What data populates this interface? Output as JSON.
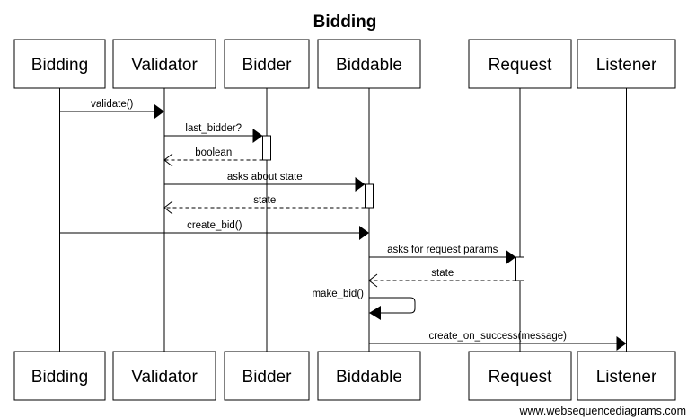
{
  "title": "Bidding",
  "participants": [
    {
      "id": "bidding",
      "label": "Bidding"
    },
    {
      "id": "validator",
      "label": "Validator"
    },
    {
      "id": "bidder",
      "label": "Bidder"
    },
    {
      "id": "biddable",
      "label": "Biddable"
    },
    {
      "id": "request",
      "label": "Request"
    },
    {
      "id": "listener",
      "label": "Listener"
    }
  ],
  "messages": [
    {
      "from": "bidding",
      "to": "validator",
      "label": "validate()",
      "style": "solid"
    },
    {
      "from": "validator",
      "to": "bidder",
      "label": "last_bidder?",
      "style": "solid"
    },
    {
      "from": "bidder",
      "to": "validator",
      "label": "boolean",
      "style": "return"
    },
    {
      "from": "validator",
      "to": "biddable",
      "label": "asks about state",
      "style": "solid"
    },
    {
      "from": "biddable",
      "to": "validator",
      "label": "state",
      "style": "return"
    },
    {
      "from": "bidding",
      "to": "biddable",
      "label": "create_bid()",
      "style": "solid"
    },
    {
      "from": "biddable",
      "to": "request",
      "label": "asks for request params",
      "style": "solid"
    },
    {
      "from": "request",
      "to": "biddable",
      "label": "state",
      "style": "return"
    },
    {
      "from": "biddable",
      "to": "biddable",
      "label": "make_bid()",
      "style": "self"
    },
    {
      "from": "biddable",
      "to": "listener",
      "label": "create_on_success(message)",
      "style": "solid"
    }
  ],
  "footer": "www.websequencediagrams.com"
}
